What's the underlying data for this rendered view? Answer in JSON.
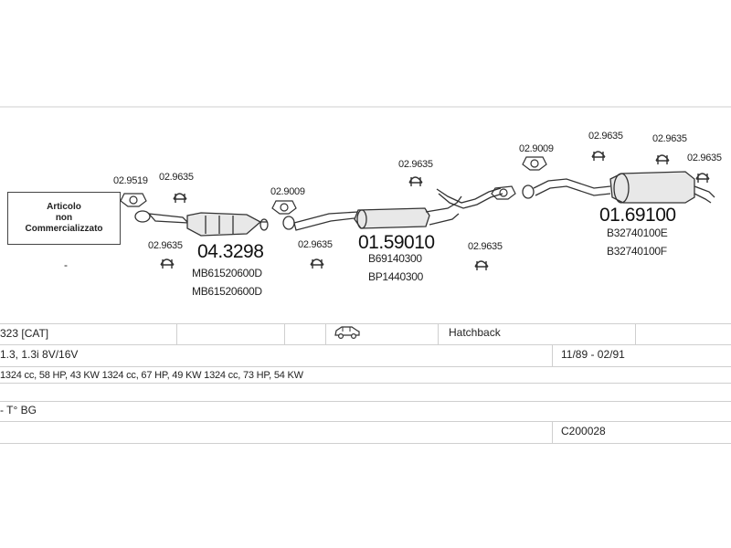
{
  "not_sold_box": {
    "line1": "Articolo",
    "line2": "non",
    "line3": "Commercializzato",
    "dash": "-"
  },
  "parts": {
    "gasket_left_top": "02.9519",
    "clamp_left_top": "02.9635",
    "clamp_left_bottom": "02.9635",
    "catalyst_number": "04.3298",
    "catalyst_oem_1": "MB61520600D",
    "catalyst_oem_2": "MB61520600D",
    "gasket_mid": "02.9009",
    "clamp_mid_bottom": "02.9635",
    "clamp_mid_top": "02.9635",
    "middle_silencer_number": "01.59010",
    "middle_silencer_oem_1": "B69140300",
    "middle_silencer_oem_2": "BP1440300",
    "clamp_right_bottom": "02.9635",
    "gasket_right": "02.9009",
    "clamp_right_1": "02.9635",
    "clamp_right_2": "02.9635",
    "clamp_right_3": "02.9635",
    "rear_silencer_number": "01.69100",
    "rear_silencer_oem_1": "B32740100E",
    "rear_silencer_oem_2": "B32740100F"
  },
  "table": {
    "model": "323  [CAT]",
    "body_type": "Hatchback",
    "engine": "1.3, 1.3i  8V/16V",
    "years": "11/89 - 02/91",
    "power": "1324 cc, 58 HP, 43 KW  1324 cc, 67 HP, 49 KW  1324 cc, 73 HP, 54 KW",
    "notes": "- T° BG",
    "code": "C200028"
  },
  "icons": {
    "car": "car-hatchback-icon"
  }
}
